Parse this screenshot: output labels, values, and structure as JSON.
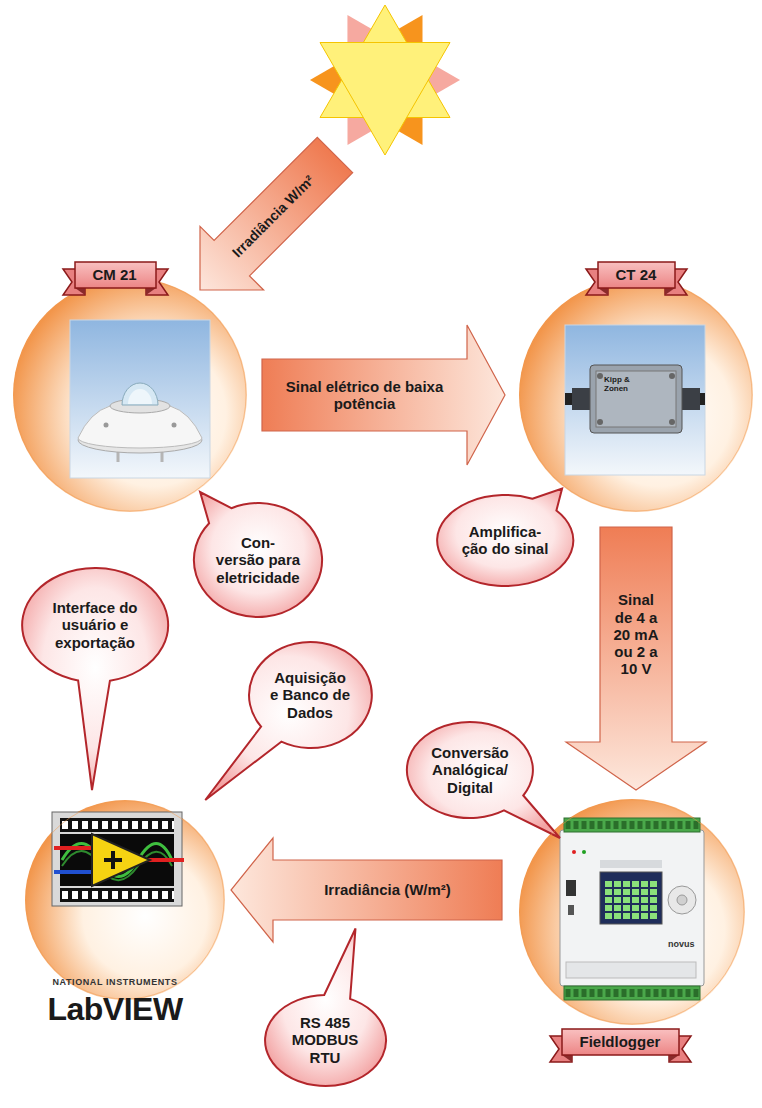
{
  "diagram": {
    "nodes": [
      {
        "text": [
          "CM 21"
        ]
      },
      {
        "text": [
          "CT 24"
        ]
      },
      {
        "text": [
          "Con- versão para eletricidade"
        ]
      },
      {
        "text": [
          "Amplifica- ção do sinal"
        ]
      },
      {
        "text": [
          "Interface do usuário e exportação"
        ]
      },
      {
        "text": [
          "Aquisição e Banco de Dados"
        ]
      },
      {
        "text": [
          "Conversão Analógica/ Digital"
        ]
      },
      {
        "text": [
          "NATIONAL INSTRUMENTS",
          "LabVIEW"
        ]
      },
      {
        "text": [
          "Fieldlogger"
        ]
      },
      {
        "text": [
          "RS 485 MODBUS RTU"
        ]
      }
    ],
    "edges": [
      {
        "from": 0,
        "to": 1,
        "label": "Sinal elétrico de baixa potência",
        "arrow": "to"
      },
      {
        "from": 1,
        "to": 8,
        "label": "Sinal de 4 a 20 mA ou 2 a 10 V",
        "arrow": "to"
      },
      {
        "from": 8,
        "to": 7,
        "label": "Irradiância (W/m²)",
        "arrow": "to"
      }
    ],
    "labels": [
      "Irradiância W/m²",
      "Kipp & Zonen",
      "novus"
    ]
  }
}
